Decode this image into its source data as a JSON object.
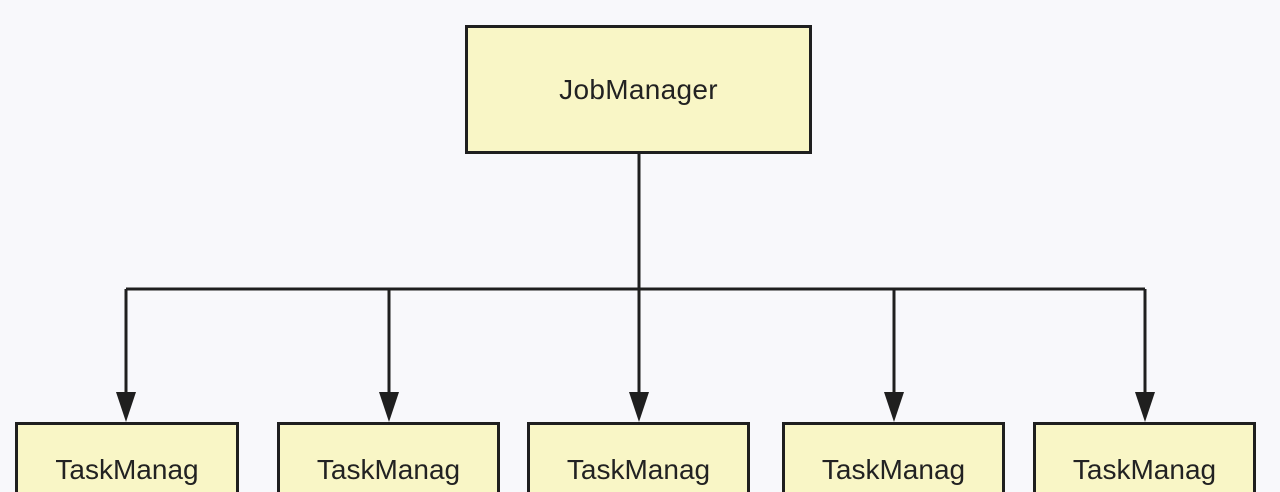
{
  "diagram": {
    "root": {
      "label": "JobManager"
    },
    "children": [
      {
        "label": "TaskManag"
      },
      {
        "label": "TaskManag"
      },
      {
        "label": "TaskManag"
      },
      {
        "label": "TaskManag"
      },
      {
        "label": "TaskManag"
      }
    ]
  },
  "colors": {
    "background": "#f8f8fb",
    "node_fill": "#f9f6c6",
    "stroke": "#1f1f1f",
    "text": "#222222"
  }
}
